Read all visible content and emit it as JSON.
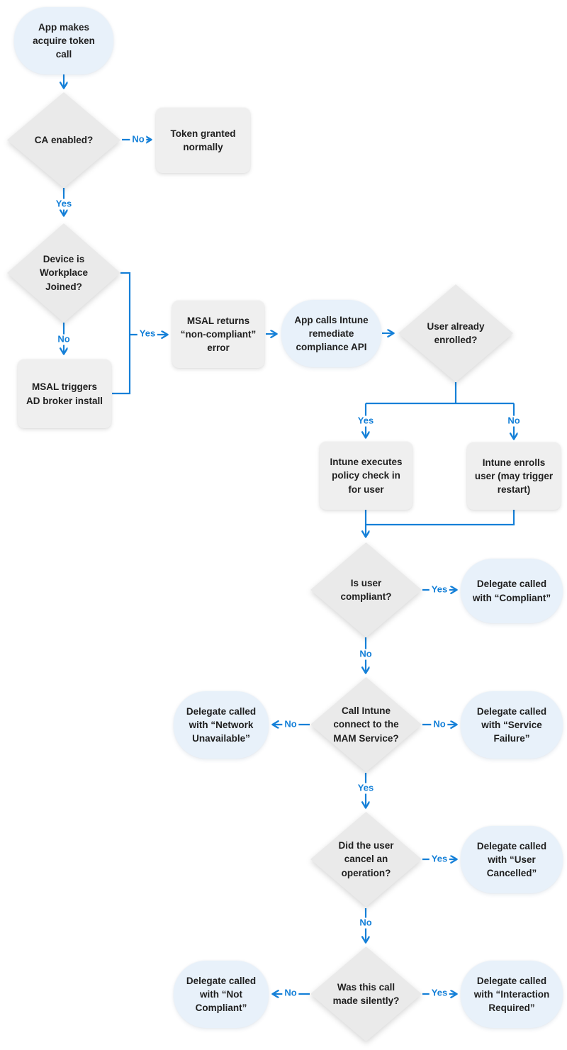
{
  "colors": {
    "arrow": "#1580d8",
    "terminal_fill": "#e8f1fa",
    "process_fill": "#efefef",
    "decision_fill": "#eaeaea",
    "text": "#1f1f1f"
  },
  "nodes": {
    "start": {
      "label": "App makes acquire token call",
      "type": "terminal"
    },
    "ca_enabled": {
      "label_bold": "CA",
      "label_rest": " enabled?",
      "type": "decision"
    },
    "token_granted": {
      "label": "Token granted normally",
      "type": "process"
    },
    "device_wpj": {
      "label": "Device is Workplace Joined?",
      "type": "decision"
    },
    "broker_install": {
      "label": "MSAL triggers AD broker install",
      "type": "process"
    },
    "msal_error": {
      "label": "MSAL returns “non-compliant” error",
      "type": "process"
    },
    "remediate_api": {
      "label": "App calls Intune remediate compliance API",
      "type": "terminal"
    },
    "user_enrolled": {
      "label": "User already enrolled?",
      "type": "decision"
    },
    "policy_checkin": {
      "label": "Intune executes policy check in for user",
      "type": "process"
    },
    "intune_enrolls": {
      "label": "Intune enrolls user (may trigger restart)",
      "type": "process"
    },
    "is_compliant": {
      "label": "Is user compliant?",
      "type": "decision"
    },
    "delegate_compliant": {
      "label": "Delegate called with “Compliant”",
      "type": "terminal"
    },
    "call_mam": {
      "label": "Call Intune connect to the MAM Service?",
      "type": "decision"
    },
    "delegate_network": {
      "label": "Delegate called with “Network Unavailable”",
      "type": "terminal"
    },
    "delegate_service": {
      "label": "Delegate called with “Service Failure”",
      "type": "terminal"
    },
    "user_cancel": {
      "label": "Did the user cancel an operation?",
      "type": "decision"
    },
    "delegate_cancelled": {
      "label": "Delegate called with “User Cancelled”",
      "type": "terminal"
    },
    "call_silent": {
      "label": "Was this call made silently?",
      "type": "decision"
    },
    "delegate_not_compliant": {
      "label": "Delegate called with “Not Compliant”",
      "type": "terminal"
    },
    "delegate_interaction": {
      "label": "Delegate called with “Interaction Required”",
      "type": "terminal"
    }
  },
  "edge_labels": {
    "ca_no": "No",
    "ca_yes": "Yes",
    "wpj_no": "No",
    "wpj_yes": "Yes",
    "enrolled_yes": "Yes",
    "enrolled_no": "No",
    "compliant_yes": "Yes",
    "compliant_no": "No",
    "mam_no_left": "No",
    "mam_no_right": "No",
    "mam_yes": "Yes",
    "cancel_yes": "Yes",
    "cancel_no": "No",
    "silent_no": "No",
    "silent_yes": "Yes"
  }
}
